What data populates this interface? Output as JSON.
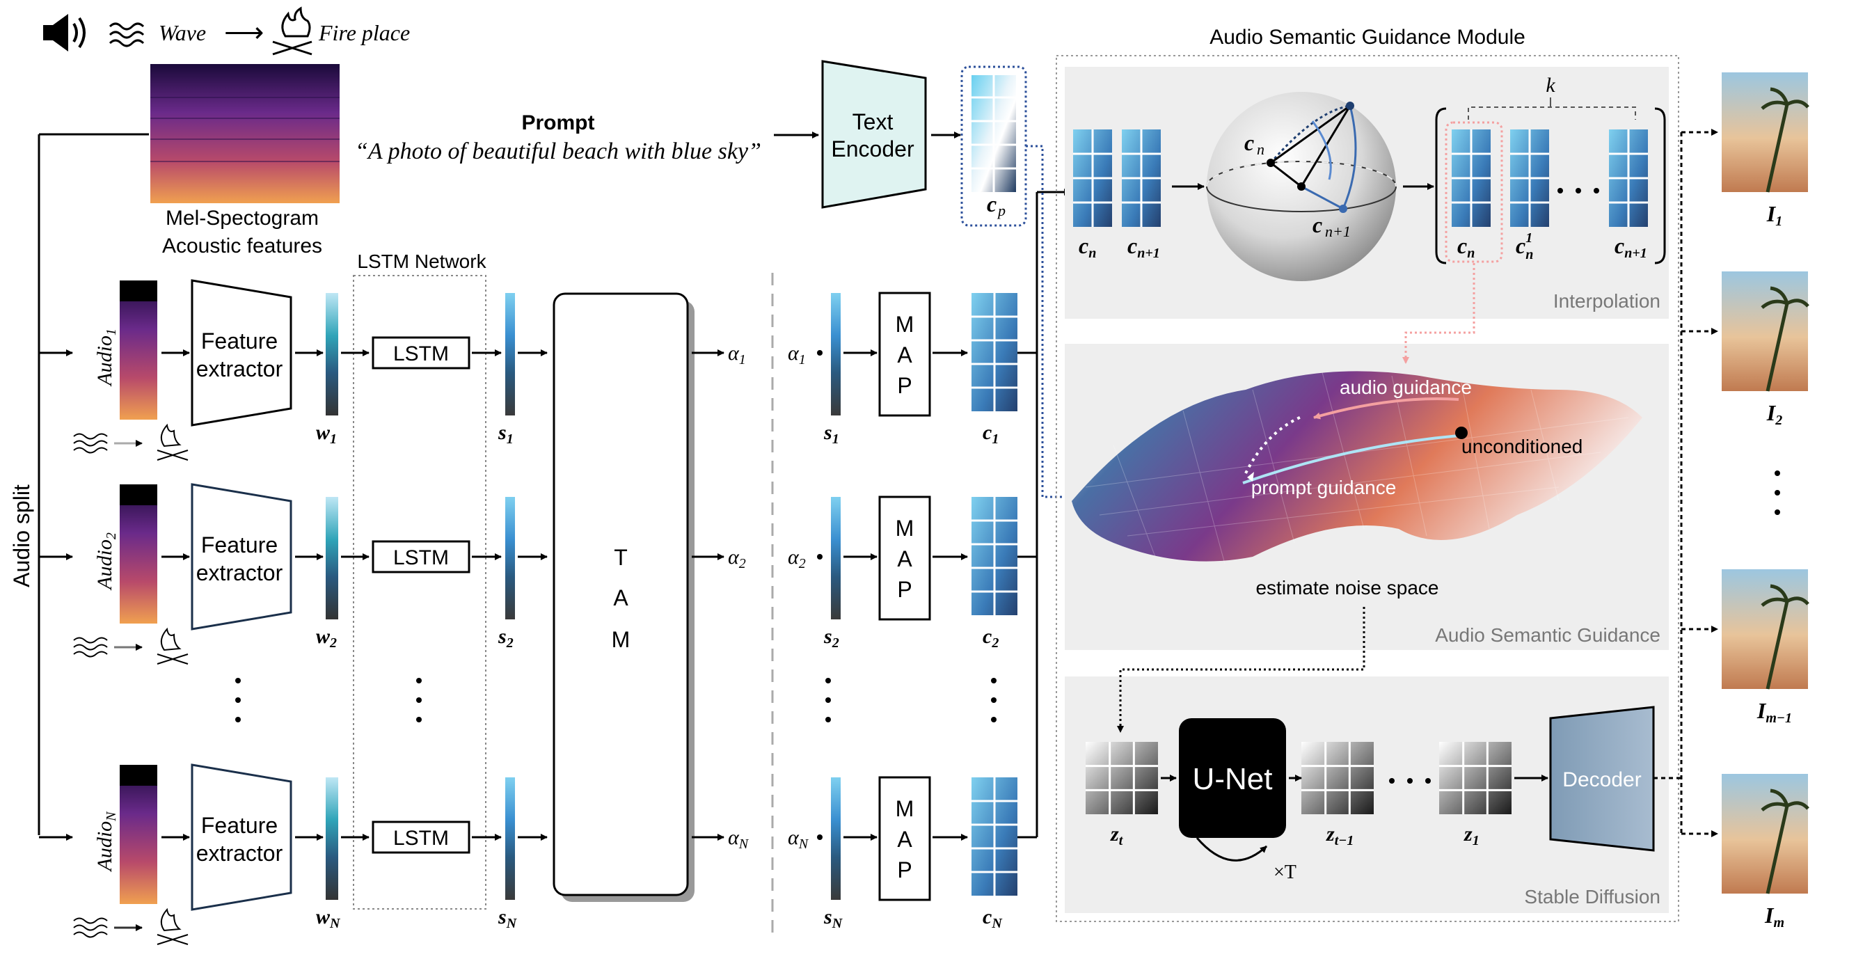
{
  "header": {
    "wave": "Wave",
    "arrow": "⟶",
    "fire": "Fire place"
  },
  "mel": {
    "line1": "Mel-Spectogram",
    "line2": "Acoustic features"
  },
  "prompt": {
    "title": "Prompt",
    "text": "“A photo of beautiful beach with blue sky”"
  },
  "text_encoder": {
    "line1": "Text",
    "line2": "Encoder"
  },
  "audio_split": "Audio split",
  "lstm_network": "LSTM Network",
  "tam": {
    "l1": "T",
    "l2": "A",
    "l3": "M"
  },
  "rows": [
    {
      "audio": "Audio",
      "sub": "1",
      "fe1": "Feature",
      "fe2": "extractor",
      "lstm": "LSTM",
      "w": "w",
      "s": "s",
      "alpha": "α",
      "c": "c"
    },
    {
      "audio": "Audio",
      "sub": "2",
      "fe1": "Feature",
      "fe2": "extractor",
      "lstm": "LSTM",
      "w": "w",
      "s": "s",
      "alpha": "α",
      "c": "c"
    },
    {
      "audio": "Audio",
      "sub": "N",
      "fe1": "Feature",
      "fe2": "extractor",
      "lstm": "LSTM",
      "w": "w",
      "s": "s",
      "alpha": "α",
      "c": "c"
    }
  ],
  "map": {
    "l1": "M",
    "l2": "A",
    "l3": "P"
  },
  "cp": {
    "c": "c",
    "sub": "p"
  },
  "asgm": {
    "title": "Audio Semantic Guidance Module",
    "interp_label": "Interpolation",
    "asg_label": "Audio Semantic Guidance",
    "sd_label": "Stable Diffusion",
    "k": "k",
    "cn": "c",
    "cn_sub": "n",
    "cn1_sub": "n+1",
    "cn1_sup": "1",
    "audio_guidance": "audio guidance",
    "prompt_guidance": "prompt guidance",
    "unconditioned": "unconditioned",
    "estimate": "estimate noise space",
    "unet": "U-Net",
    "times_t": "×T",
    "decoder": "Decoder",
    "z": "z",
    "zt": "t",
    "zt1": "t−1",
    "z1": "1"
  },
  "outputs": [
    {
      "label": "I",
      "sub": "1"
    },
    {
      "label": "I",
      "sub": "2"
    },
    {
      "label": "I",
      "sub": "m−1"
    },
    {
      "label": "I",
      "sub": "m"
    }
  ],
  "colors": {
    "block_light": "#8ecae6",
    "block_dark": "#1f4e79",
    "tam_shadow": "#999999"
  }
}
